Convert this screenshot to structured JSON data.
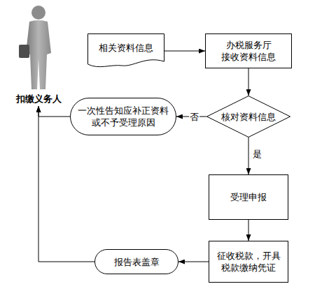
{
  "diagram": {
    "nodes": [
      {
        "text": [
          "扣缴义务人"
        ]
      },
      {
        "text": [
          "相关资料信息"
        ]
      },
      {
        "text": [
          "办税服务厅 接收资料信息"
        ]
      },
      {
        "text": [
          "核对资料信息"
        ]
      },
      {
        "text": [
          "一次性告知应补正资料 或不予受理原因"
        ]
      },
      {
        "text": [
          "受理申报"
        ]
      },
      {
        "text": [
          "征收税款，开具 税款缴纳凭证"
        ]
      },
      {
        "text": [
          "报告表盖章"
        ]
      }
    ],
    "edges": [
      {
        "from": 1,
        "to": 2,
        "arrow": "to"
      },
      {
        "from": 2,
        "to": 3,
        "arrow": "to"
      },
      {
        "from": 3,
        "to": 4,
        "label": "否",
        "arrow": "to"
      },
      {
        "from": 3,
        "to": 5,
        "label": "是",
        "arrow": "to"
      },
      {
        "from": 5,
        "to": 6,
        "arrow": "to"
      },
      {
        "from": 6,
        "to": 7,
        "arrow": "to"
      },
      {
        "from": 4,
        "to": 0,
        "arrow": "to"
      },
      {
        "from": 7,
        "to": 0,
        "arrow": "to"
      }
    ]
  }
}
